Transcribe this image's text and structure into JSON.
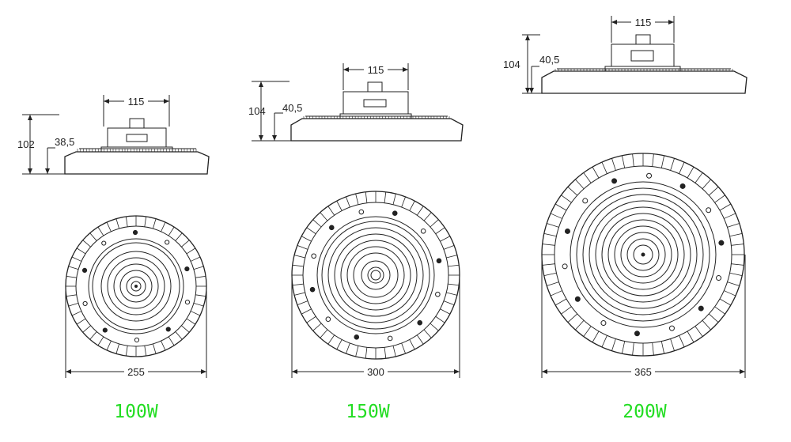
{
  "colors": {
    "line": "#222222",
    "label_green": "#22dd22",
    "background": "#ffffff"
  },
  "lamps": [
    {
      "name": "lamp-100w",
      "watt_label": "100W",
      "diameter": "255",
      "total_height": "102",
      "body_height": "38,5",
      "housing_width": "115"
    },
    {
      "name": "lamp-150w",
      "watt_label": "150W",
      "diameter": "300",
      "total_height": "104",
      "body_height": "40,5",
      "housing_width": "115"
    },
    {
      "name": "lamp-200w",
      "watt_label": "200W",
      "diameter": "365",
      "total_height": "104",
      "body_height": "40,5",
      "housing_width": "115"
    }
  ]
}
